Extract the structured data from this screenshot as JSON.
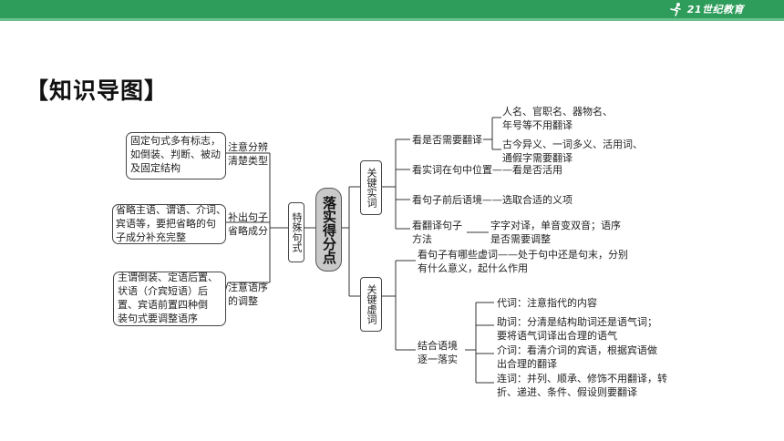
{
  "brand": {
    "logo_text": "21世纪教育",
    "bar_color": "#2e9c5a"
  },
  "heading": "【知识导图】",
  "center": "落实得分点",
  "left_branch": {
    "title": "特殊句式",
    "items": [
      {
        "label": "注意分辨\n清楚类型",
        "box": "固定句式多有标志，\n如倒装、判断、被动\n及固定结构"
      },
      {
        "label": "补出句子\n省略成分",
        "box": "省略主语、谓语、介词、\n宾语等，要把省略的句\n子成分补充完整"
      },
      {
        "label": "注意语序\n的调整",
        "box": "主谓倒装、定语后置、\n状语（介宾短语）后\n置、宾语前置四种倒\n装句式要调整语序"
      }
    ]
  },
  "shi_branch": {
    "title": "关键实词",
    "items": [
      {
        "label": "看是否需要翻译",
        "subs": [
          "人名、官职名、器物名、\n年号等不用翻译",
          "古今异义、一词多义、活用词、\n通假字需要翻译"
        ]
      },
      {
        "label": "看实词在句中位置——看是否活用"
      },
      {
        "label": "看句子前后语境——选取合适的义项"
      },
      {
        "label": "看翻译句子\n方法",
        "desc": "字字对译，单音变双音；语序\n是否需要调整"
      }
    ]
  },
  "xu_branch": {
    "title": "关键虚词",
    "items": [
      {
        "label": "看句子有哪些虚词——处于句中还是句末，分别\n有什么意义，起什么作用"
      },
      {
        "label": "结合语境\n逐一落实",
        "subs": [
          "代词：注意指代的内容",
          "助词：分清是结构助词还是语气词；\n要将语气词译出合理的语气",
          "介词：看清介词的宾语，根据宾语做\n出合理的翻译",
          "连词：并列、顺承、修饰不用翻译，转\n折、递进、条件、假设则要翻译"
        ]
      }
    ]
  }
}
